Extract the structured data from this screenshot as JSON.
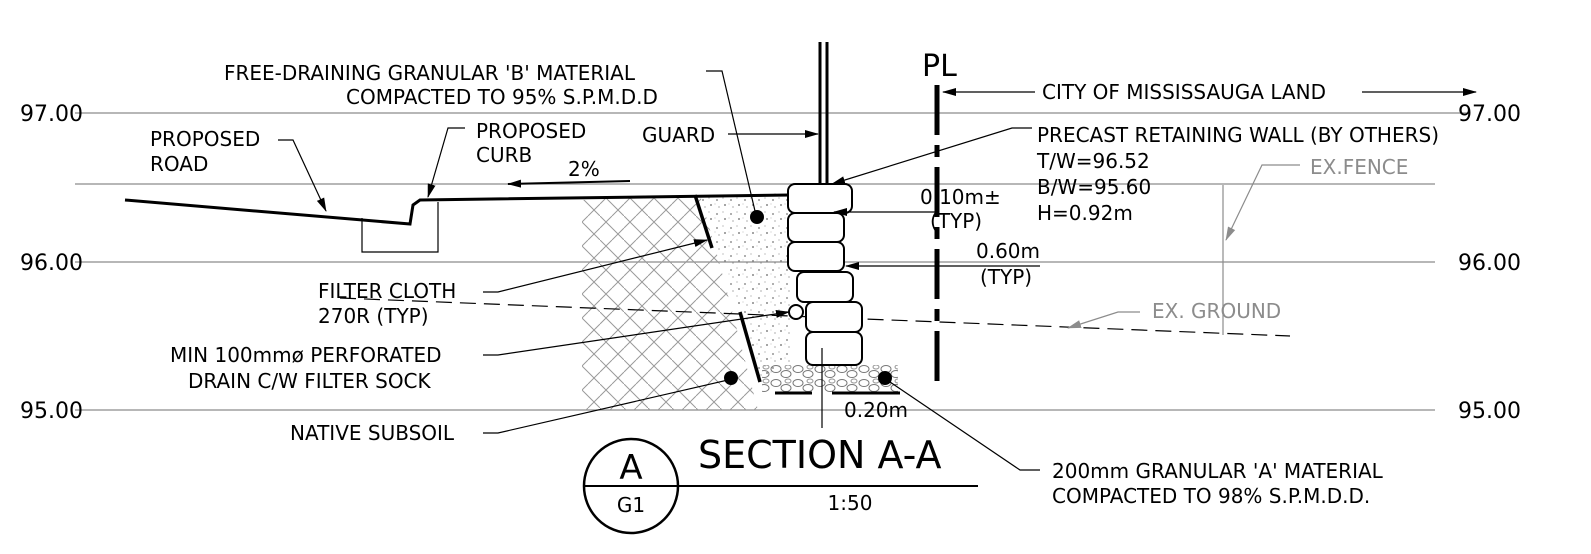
{
  "elevations": {
    "e97": "97.00",
    "e96": "96.00",
    "e95": "95.00"
  },
  "labels": {
    "free_draining_1": "FREE-DRAINING GRANULAR 'B' MATERIAL",
    "free_draining_2": "COMPACTED TO 95% S.P.M.D.D",
    "proposed_road_1": "PROPOSED",
    "proposed_road_2": "ROAD",
    "proposed_curb_1": "PROPOSED",
    "proposed_curb_2": "CURB",
    "slope": "2%",
    "guard": "GUARD",
    "property_line": "PL",
    "city_land": "CITY OF MISSISSAUGA LAND",
    "precast_wall": "PRECAST RETAINING WALL (BY OTHERS)",
    "tw": "T/W=96.52",
    "bw": "B/W=95.60",
    "h": "H=0.92m",
    "ex_fence": "EX.FENCE",
    "dim_010": "0.10m±",
    "typ1": "(TYP)",
    "dim_060": "0.60m",
    "typ2": "(TYP)",
    "filter_cloth_1": "FILTER CLOTH",
    "filter_cloth_2": "270R (TYP)",
    "ex_ground": "EX. GROUND",
    "drain_1": "MIN 100mmø PERFORATED",
    "drain_2": "DRAIN C/W FILTER SOCK",
    "native_subsoil": "NATIVE SUBSOIL",
    "dim_020": "0.20m",
    "granular_a_1": "200mm GRANULAR 'A' MATERIAL",
    "granular_a_2": "COMPACTED TO 98% S.P.M.D.D."
  },
  "title_block": {
    "section_letter": "A",
    "sheet": "G1",
    "title": "SECTION A-A",
    "scale": "1:50"
  },
  "colors": {
    "line": "#000000",
    "grey": "#8c8c8c"
  }
}
